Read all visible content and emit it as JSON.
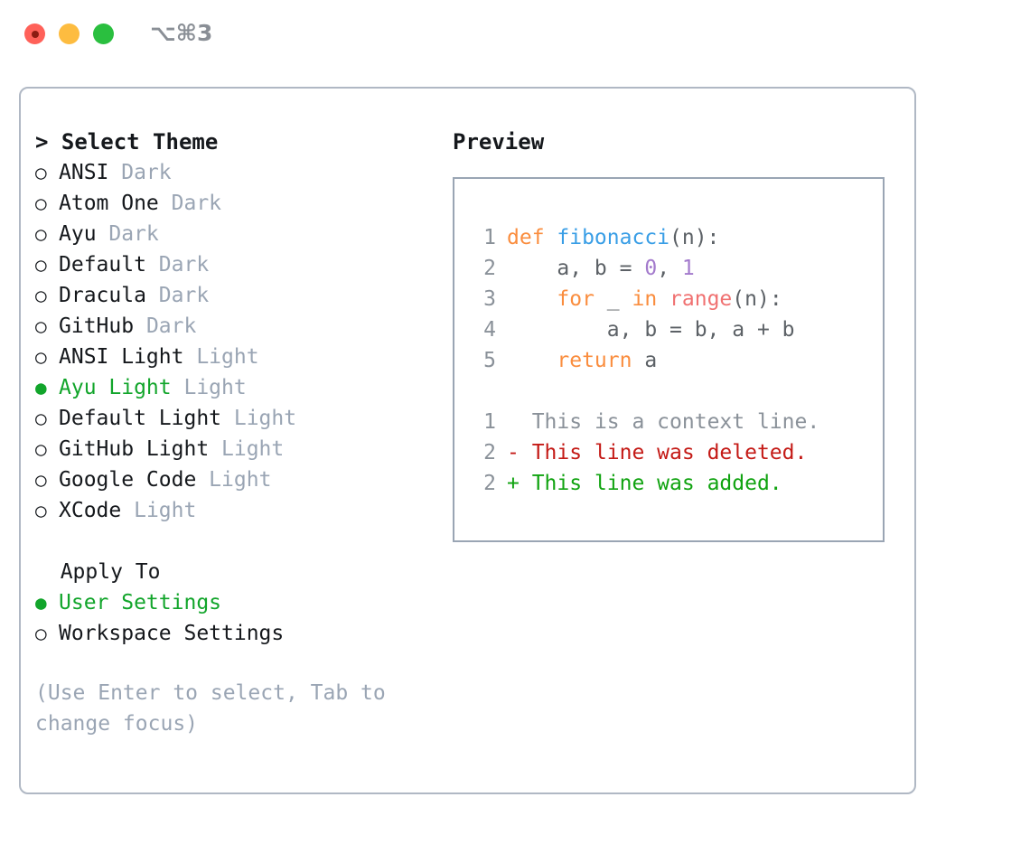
{
  "titlebar": {
    "shortcut": "⌥⌘3",
    "buttons": [
      {
        "name": "close",
        "color": "#FF6159"
      },
      {
        "name": "minimize",
        "color": "#FDBC40"
      },
      {
        "name": "maximize",
        "color": "#2ABF3F"
      }
    ]
  },
  "theme_section": {
    "header": "> Select Theme",
    "items": [
      {
        "marker": "○",
        "label": "ANSI",
        "suffix": " Dark",
        "selected": false
      },
      {
        "marker": "○",
        "label": "Atom One",
        "suffix": " Dark",
        "selected": false
      },
      {
        "marker": "○",
        "label": "Ayu",
        "suffix": " Dark",
        "selected": false
      },
      {
        "marker": "○",
        "label": "Default",
        "suffix": " Dark",
        "selected": false
      },
      {
        "marker": "○",
        "label": "Dracula",
        "suffix": " Dark",
        "selected": false
      },
      {
        "marker": "○",
        "label": "GitHub",
        "suffix": " Dark",
        "selected": false
      },
      {
        "marker": "○",
        "label": "ANSI Light",
        "suffix": " Light",
        "selected": false
      },
      {
        "marker": "●",
        "label": "Ayu Light",
        "suffix": " Light",
        "selected": true
      },
      {
        "marker": "○",
        "label": "Default Light",
        "suffix": " Light",
        "selected": false
      },
      {
        "marker": "○",
        "label": "GitHub Light",
        "suffix": " Light",
        "selected": false
      },
      {
        "marker": "○",
        "label": "Google Code",
        "suffix": " Light",
        "selected": false
      },
      {
        "marker": "○",
        "label": "XCode",
        "suffix": " Light",
        "selected": false
      }
    ]
  },
  "apply_section": {
    "header": "  Apply To",
    "items": [
      {
        "marker": "●",
        "label": "User Settings",
        "selected": true
      },
      {
        "marker": "○",
        "label": "Workspace Settings",
        "selected": false
      }
    ]
  },
  "hint": "(Use Enter to select, Tab to change focus)",
  "preview": {
    "title": "Preview",
    "code_lines": [
      {
        "lineno": "1",
        "tokens": [
          {
            "text": "def ",
            "type": "kw"
          },
          {
            "text": "fibonacci",
            "type": "fn"
          },
          {
            "text": "(n):",
            "type": "punc"
          }
        ]
      },
      {
        "lineno": "2",
        "tokens": [
          {
            "text": "    a, b = ",
            "type": "txt"
          },
          {
            "text": "0",
            "type": "num"
          },
          {
            "text": ", ",
            "type": "txt"
          },
          {
            "text": "1",
            "type": "num"
          }
        ]
      },
      {
        "lineno": "3",
        "tokens": [
          {
            "text": "    ",
            "type": "txt"
          },
          {
            "text": "for",
            "type": "kw"
          },
          {
            "text": " _ ",
            "type": "txt"
          },
          {
            "text": "in",
            "type": "kw"
          },
          {
            "text": " ",
            "type": "txt"
          },
          {
            "text": "range",
            "type": "blt"
          },
          {
            "text": "(n):",
            "type": "punc"
          }
        ]
      },
      {
        "lineno": "4",
        "tokens": [
          {
            "text": "        a, b = b, a + b",
            "type": "txt"
          }
        ]
      },
      {
        "lineno": "5",
        "tokens": [
          {
            "text": "    ",
            "type": "txt"
          },
          {
            "text": "return",
            "type": "kw"
          },
          {
            "text": " a",
            "type": "txt"
          }
        ]
      }
    ],
    "diff_lines": [
      {
        "lineno": "1",
        "sign": "  ",
        "text": "This is a context line.",
        "type": "ctx"
      },
      {
        "lineno": "2",
        "sign": "- ",
        "text": "This line was deleted.",
        "type": "del"
      },
      {
        "lineno": "2",
        "sign": "+ ",
        "text": "This line was added.",
        "type": "add"
      }
    ]
  }
}
